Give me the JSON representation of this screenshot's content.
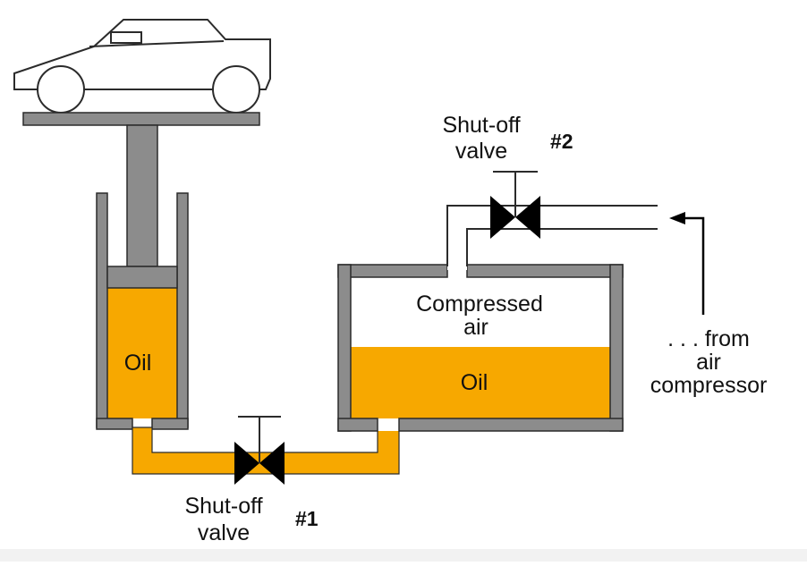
{
  "colors": {
    "oil": "#f7a800",
    "wall": "#8c8c8c",
    "outline": "#2b2b2b",
    "background": "#ffffff"
  },
  "icons": [
    "car-icon",
    "valve-icon",
    "arrow-icon"
  ],
  "labels": {
    "valve1_line1": "Shut-off",
    "valve1_line2": "valve",
    "valve1_number": "#1",
    "valve2_line1": "Shut-off",
    "valve2_line2": "valve",
    "valve2_number": "#2",
    "compressed_line1": "Compressed",
    "compressed_line2": "air",
    "oil_cylinder": "Oil",
    "oil_tank": "Oil",
    "from_line1": ". . . from",
    "from_line2": "air",
    "from_line3": "compressor"
  }
}
